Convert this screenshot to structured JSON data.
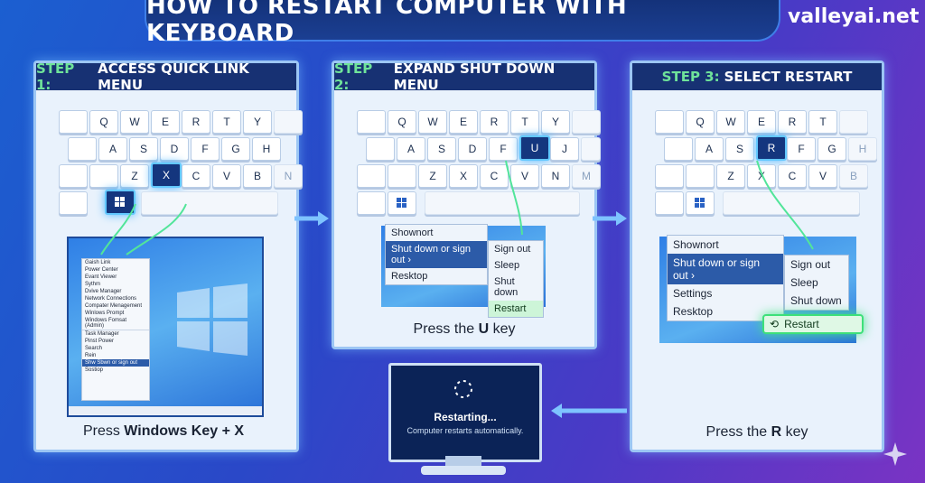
{
  "title": "HOW TO RESTART COMPUTER WITH KEYBOARD",
  "brand": "valleyai.net",
  "steps": [
    {
      "num": "STEP 1:",
      "title": "ACCESS QUICK LINK MENU",
      "caption_pre": "Press ",
      "caption_bold": "Windows Key + X",
      "caption_post": ""
    },
    {
      "num": "STEP 2:",
      "title": "EXPAND SHUT DOWN MENU",
      "caption_pre": "Press the ",
      "caption_bold": "U",
      "caption_post": " key"
    },
    {
      "num": "STEP 3:",
      "title": "SELECT RESTART",
      "caption_pre": "Press the ",
      "caption_bold": "R",
      "caption_post": " key"
    }
  ],
  "keys": {
    "row1": [
      "Q",
      "W",
      "E",
      "R",
      "T",
      "Y",
      "U"
    ],
    "row2": [
      "A",
      "S",
      "D",
      "F",
      "G",
      "H",
      "J"
    ],
    "row3": [
      "Z",
      "X",
      "C",
      "V",
      "B",
      "N",
      "M"
    ]
  },
  "quick_menu": [
    "Gaish Link",
    "Power Center",
    "Evant Viewer",
    "Sythm",
    "Dvive Manager",
    "Network Connections",
    "Compater Menagement",
    "Winlows Prompt",
    "Windows Fomsat (Admin)",
    "Task Manager",
    "Pinst Power",
    "Search",
    "Rein",
    "Shw Sbwn or sign out",
    "Sostiop"
  ],
  "step2_menu": {
    "top": "Shownort",
    "shut": "Shut down or sign out",
    "desk": "Resktop",
    "fly": [
      "Sign out",
      "Sleep",
      "Shut down",
      "Restart"
    ]
  },
  "step3_menu": {
    "top": "Shownort",
    "shut": "Shut down or sign out",
    "settings": "Settings",
    "desk": "Resktop",
    "fly": [
      "Sign out",
      "Sleep",
      "Shut down"
    ],
    "restart": "Restart"
  },
  "monitor": {
    "status": "Restarting...",
    "sub": "Computer restarts automatically."
  }
}
